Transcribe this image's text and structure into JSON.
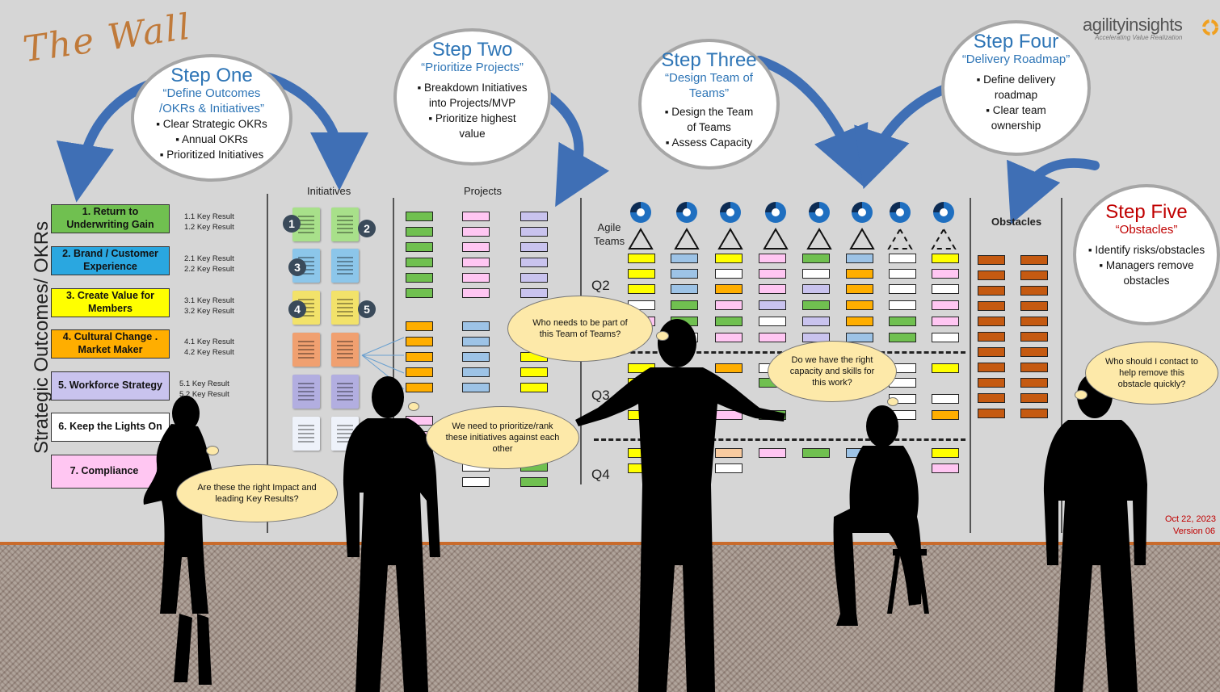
{
  "brand": {
    "name": "agilityinsights",
    "tagline": "Accelerating Value Realization",
    "wall_logo": "The Wall"
  },
  "steps": {
    "one": {
      "title": "Step One",
      "subtitle": "“Define Outcomes /OKRs & Initiatives”",
      "bullets": [
        "Clear Strategic OKRs",
        "Annual OKRs",
        "Prioritized Initiatives"
      ]
    },
    "two": {
      "title": "Step Two",
      "subtitle": "“Prioritize Projects”",
      "bullets": [
        "Breakdown Initiatives into Projects/MVP",
        "Prioritize highest value"
      ]
    },
    "three": {
      "title": "Step Three",
      "subtitle": "“Design Team of Teams”",
      "bullets": [
        "Design the Team of Teams",
        "Assess Capacity"
      ]
    },
    "four": {
      "title": "Step Four",
      "subtitle": "“Delivery Roadmap”",
      "bullets": [
        "Define delivery roadmap",
        "Clear team ownership"
      ]
    },
    "five": {
      "title": "Step Five",
      "subtitle": "“Obstacles”",
      "bullets": [
        "Identify risks/obstacles",
        "Managers remove obstacles"
      ]
    }
  },
  "side_label": "Strategic Outcomes/ OKRs",
  "columns": {
    "initiatives": "Initiatives",
    "projects": "Projects",
    "agile_teams": "Agile Teams",
    "obstacles": "Obstacles"
  },
  "quarters": [
    "Q2",
    "Q3",
    "Q4"
  ],
  "okrs": [
    {
      "label": "1. Return to Underwriting Gain",
      "color": "#70c050",
      "kr": [
        "1.1 Key Result",
        "1.2 Key Result"
      ]
    },
    {
      "label": "2. Brand / Customer Experience",
      "color": "#2aa7e0",
      "kr": [
        "2.1 Key Result",
        "2.2 Key Result"
      ]
    },
    {
      "label": "3. Create Value for Members",
      "color": "#ffff00",
      "kr": [
        "3.1 Key Result",
        "3.2 Key Result"
      ]
    },
    {
      "label": "4. Cultural Change . Market Maker",
      "color": "#ffae00",
      "kr": [
        "4.1 Key Result",
        "4.2 Key Result"
      ]
    },
    {
      "label": "5. Workforce Strategy",
      "color": "#c9c3ee",
      "kr": [
        "5.1 Key Result",
        "5.2 Key Result"
      ]
    },
    {
      "label": "6. Keep the Lights On",
      "color": "#ffffff",
      "kr": []
    },
    {
      "label": "7. Compliance",
      "color": "#ffc6f2",
      "kr": []
    }
  ],
  "bubbles": {
    "b1": "Are these the right Impact and leading Key Results?",
    "b2": "We need to prioritize/rank these initiatives against each other",
    "b3": "Who needs to be part of this Team of Teams?",
    "b4": "Do we have the right capacity and skills for this work?",
    "b5": "Who should I contact to help remove this obstacle quickly?"
  },
  "footer": {
    "date": "Oct 22, 2023",
    "version": "Version 06"
  },
  "colors": {
    "step_blue": "#2e75b6",
    "step_red": "#c00000",
    "obstacle": "#c55a11",
    "arrow": "#3f6fb5"
  }
}
